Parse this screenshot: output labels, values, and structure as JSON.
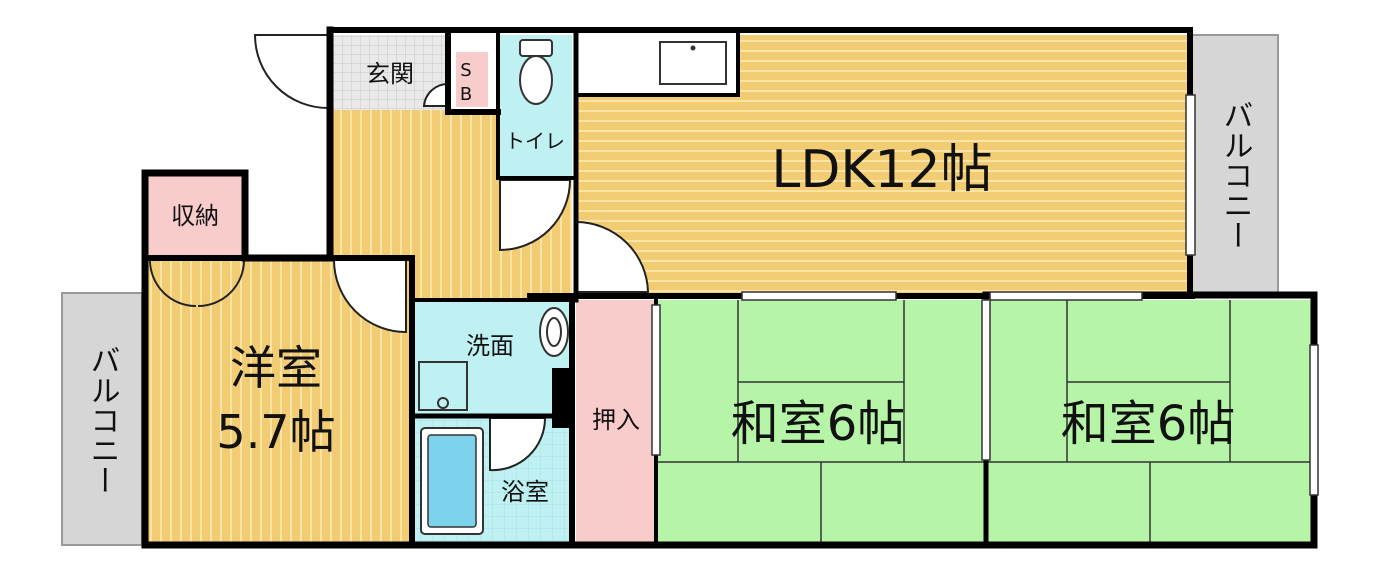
{
  "rooms": {
    "ldk": {
      "label": "LDK12帖"
    },
    "western_room": {
      "label_line1": "洋室",
      "label_line2": "5.7帖"
    },
    "japanese_room_1": {
      "label": "和室6帖"
    },
    "japanese_room_2": {
      "label": "和室6帖"
    },
    "entrance": {
      "label": "玄関"
    },
    "shoe_box": {
      "label_s": "S",
      "label_b": "B"
    },
    "toilet": {
      "label": "トイレ"
    },
    "storage": {
      "label": "収納"
    },
    "washroom": {
      "label": "洗面"
    },
    "bathroom": {
      "label": "浴室"
    },
    "closet": {
      "label": "押入"
    },
    "balcony_right": {
      "label": "バルコニー"
    },
    "balcony_left": {
      "label": "バルコニー"
    }
  },
  "colors": {
    "wood_floor": "#f2cc72",
    "wood_stripe": "#ffe9b5",
    "tatami": "#b6f5a8",
    "water_rooms": "#bff1f3",
    "storage": "#f9cccc",
    "balcony": "#d6d6d6",
    "entrance_tile": "#e6e6e6",
    "wall": "#000000",
    "bathtub": "#7ed3ec"
  }
}
